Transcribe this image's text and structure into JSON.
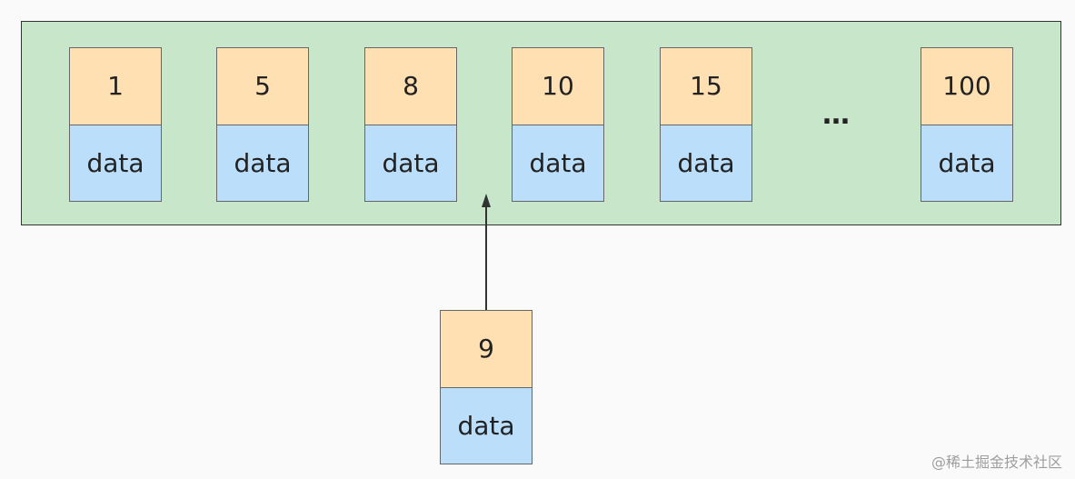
{
  "page": {
    "records": [
      {
        "key": "1",
        "data": "data"
      },
      {
        "key": "5",
        "data": "data"
      },
      {
        "key": "8",
        "data": "data"
      },
      {
        "key": "10",
        "data": "data"
      },
      {
        "key": "15",
        "data": "data"
      },
      {
        "key": "100",
        "data": "data"
      }
    ],
    "ellipsis": "…"
  },
  "new_record": {
    "key": "9",
    "data": "data"
  },
  "watermark": "@稀土掘金技术社区",
  "colors": {
    "page_bg": "#c8e6c9",
    "key_bg": "#ffe0b3",
    "data_bg": "#bbdefb",
    "arrow": "#333333"
  }
}
